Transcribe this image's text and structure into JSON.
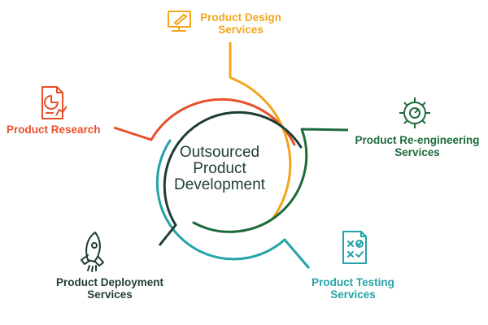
{
  "center": {
    "lines": [
      "Outsourced",
      "Product",
      "Development"
    ]
  },
  "nodes": [
    {
      "id": "design",
      "lines": [
        "Product Design",
        "Services"
      ],
      "color": "#f2a51a",
      "icon": "monitor-design-icon"
    },
    {
      "id": "research",
      "lines": [
        "Product Research"
      ],
      "color": "#e8502a",
      "icon": "research-document-chart-icon"
    },
    {
      "id": "reengineering",
      "lines": [
        "Product Re-engineering",
        "Services"
      ],
      "color": "#1d6b3c",
      "icon": "gear-wrench-icon"
    },
    {
      "id": "testing",
      "lines": [
        "Product Testing",
        "Services"
      ],
      "color": "#24a3a8",
      "icon": "checklist-document-icon"
    },
    {
      "id": "deployment",
      "lines": [
        "Product Deployment",
        "Services"
      ],
      "color": "#1e3d36",
      "icon": "rocket-icon"
    }
  ],
  "colors": {
    "center_text": "#1e3d36"
  }
}
